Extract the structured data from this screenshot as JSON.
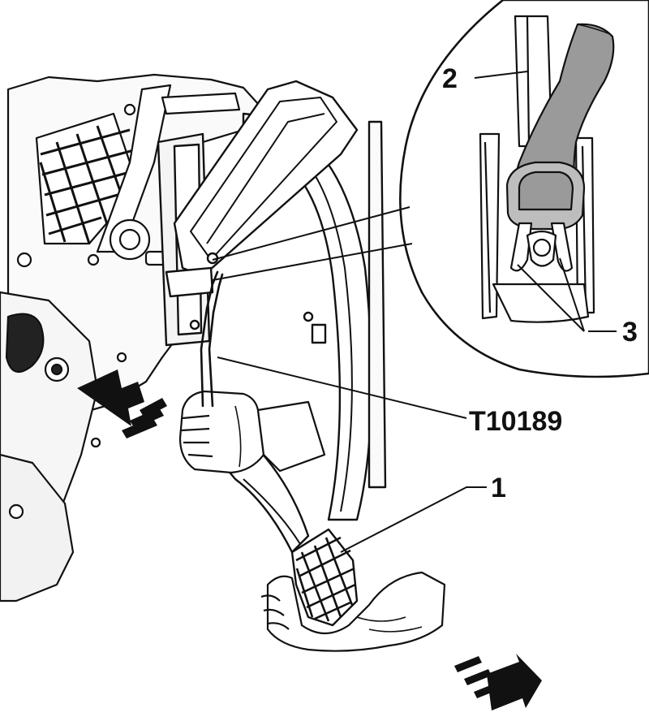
{
  "labels": {
    "part_1": "1",
    "part_2": "2",
    "part_3": "3",
    "tool": "T10189"
  },
  "colors": {
    "ink": "#111111",
    "fill_light": "#bdbdbd",
    "fill_mid": "#9a9a9a",
    "background": "#ffffff"
  }
}
